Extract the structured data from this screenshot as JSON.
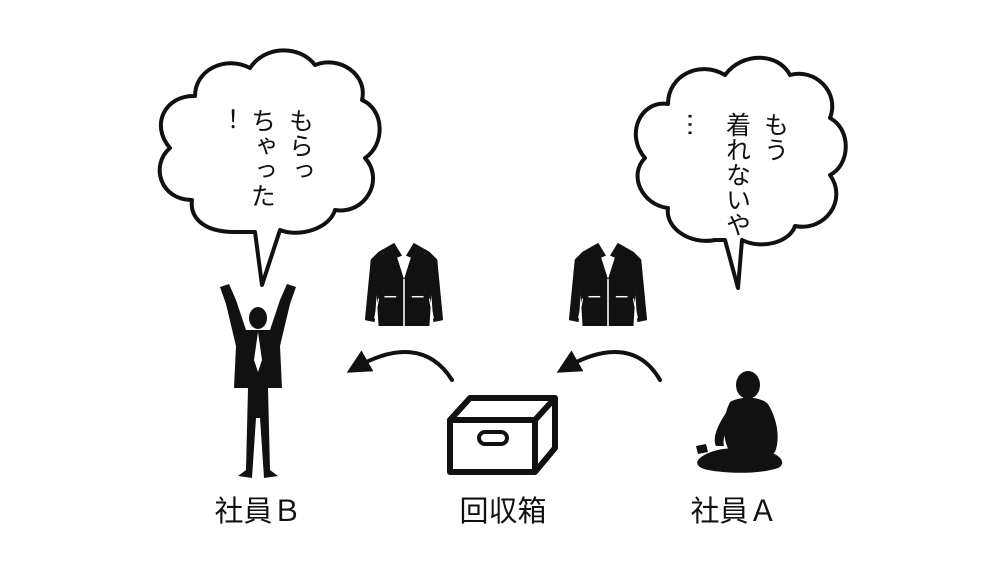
{
  "labels": {
    "employee_b": "社員Ｂ",
    "collection_box": "回収箱",
    "employee_a": "社員Ａ"
  },
  "bubbles": {
    "employee_a": {
      "lines": [
        "もう",
        "着れないや",
        "…"
      ]
    },
    "employee_b": {
      "lines": [
        "もらっ",
        "ちゃった",
        "！"
      ]
    }
  },
  "icons": {
    "employee_a": "sitting-person-icon",
    "employee_b": "cheering-person-icon",
    "box": "collection-box-icon",
    "jacket": "suit-jacket-icon",
    "arrow": "curved-arrow-left-icon"
  },
  "colors": {
    "ink": "#111111",
    "background": "#ffffff"
  }
}
